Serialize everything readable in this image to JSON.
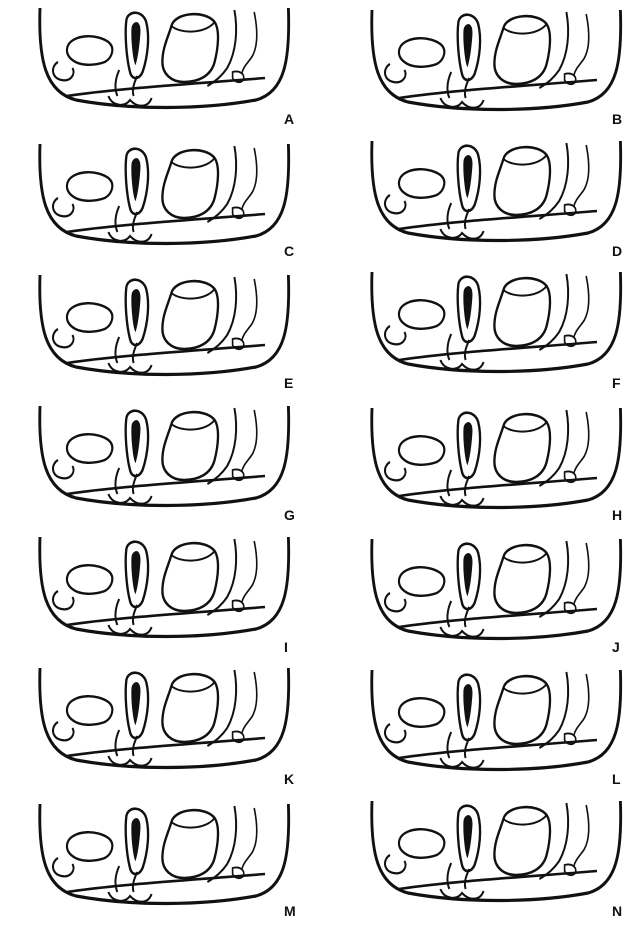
{
  "figure": {
    "panels": [
      {
        "label": "A"
      },
      {
        "label": "B"
      },
      {
        "label": "C"
      },
      {
        "label": "D"
      },
      {
        "label": "E"
      },
      {
        "label": "F"
      },
      {
        "label": "G"
      },
      {
        "label": "H"
      },
      {
        "label": "I"
      },
      {
        "label": "J"
      },
      {
        "label": "K"
      },
      {
        "label": "L"
      },
      {
        "label": "M"
      },
      {
        "label": "N"
      }
    ],
    "colors": {
      "ink": "#111111",
      "background": "#ffffff"
    }
  }
}
